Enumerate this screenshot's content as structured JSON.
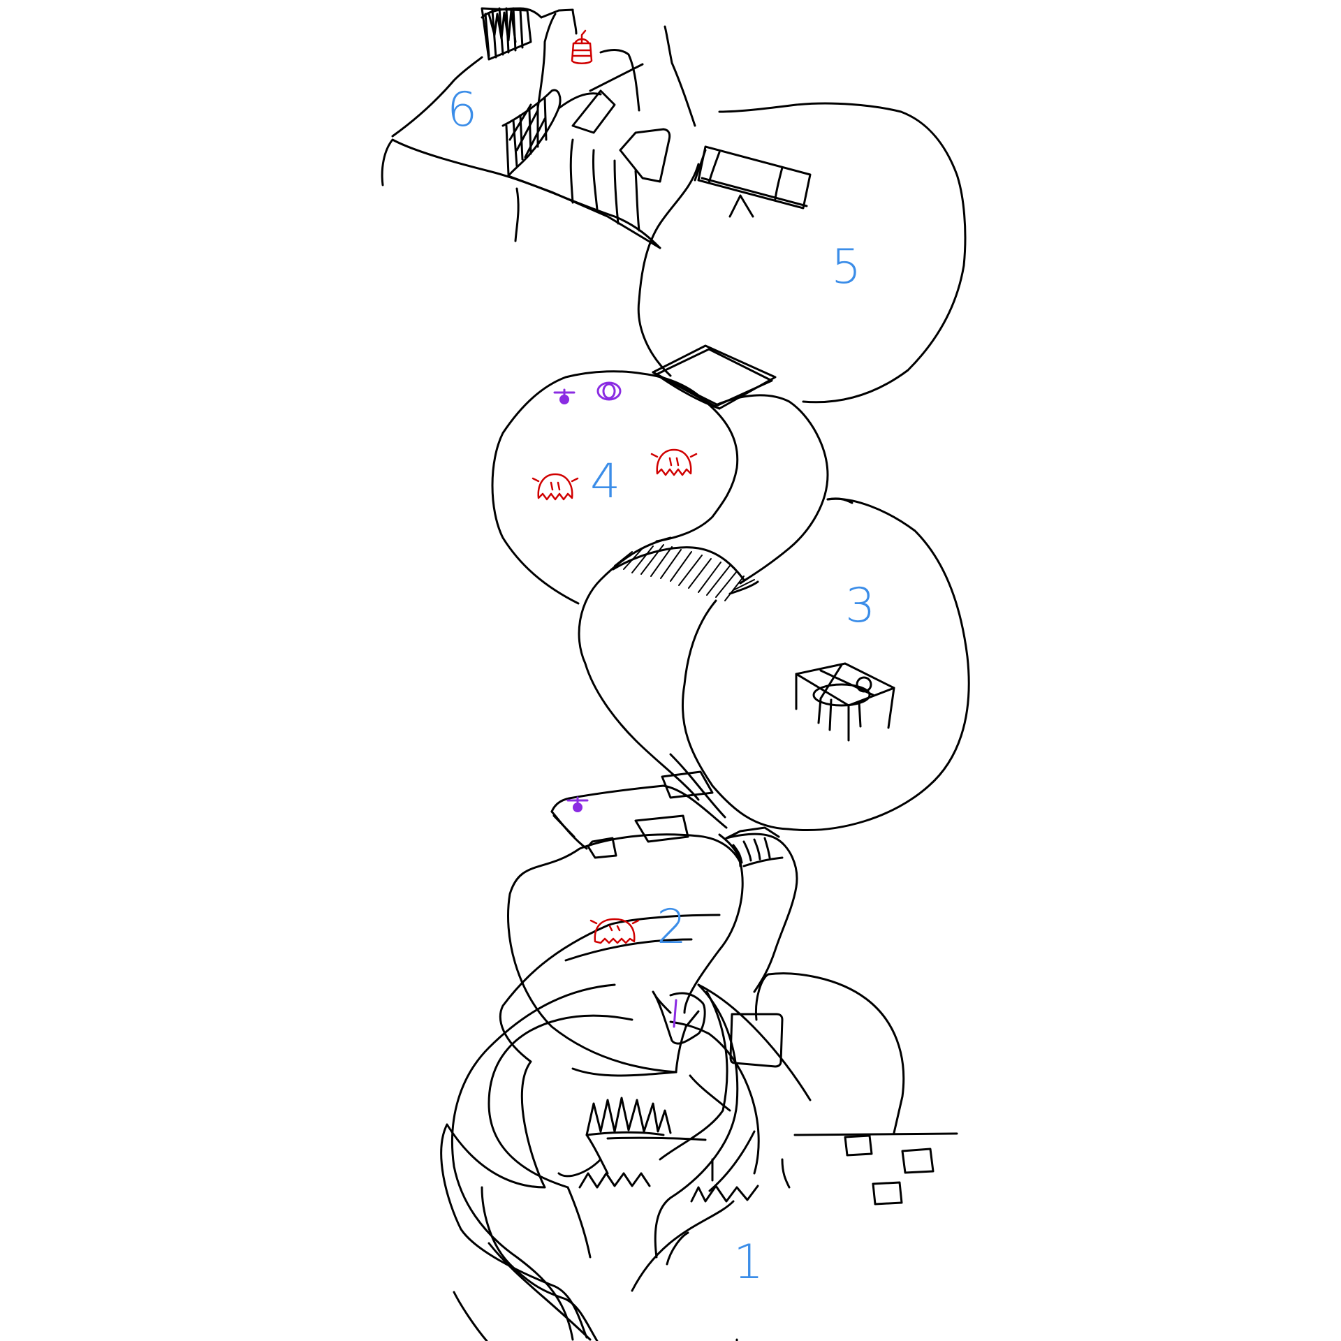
{
  "rooms": [
    {
      "id": "room-1",
      "label": "1"
    },
    {
      "id": "room-2",
      "label": "2"
    },
    {
      "id": "room-3",
      "label": "3"
    },
    {
      "id": "room-4",
      "label": "4"
    },
    {
      "id": "room-5",
      "label": "5"
    },
    {
      "id": "room-6",
      "label": "6"
    }
  ],
  "colors": {
    "ink": "#000000",
    "room_number": "#3b8de8",
    "enemy": "#d00000",
    "item": "#8a2be2"
  },
  "icons": {
    "enemy": "ghost-icon",
    "item_pin": "pin-icon",
    "item_ring": "ring-icon",
    "treasure": "lantern-icon",
    "crate": "crate-icon",
    "table": "table-icon",
    "bench": "bench-icon"
  }
}
